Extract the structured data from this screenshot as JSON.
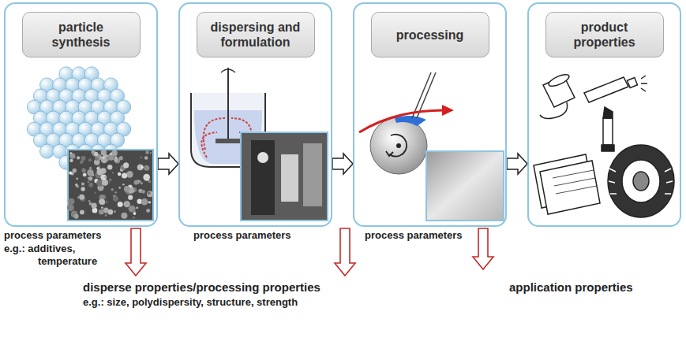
{
  "diagram": {
    "nodes": [
      {
        "text": [
          "particle synthesis"
        ]
      },
      {
        "text": [
          "dispersing and formulation"
        ]
      },
      {
        "text": [
          "processing"
        ]
      },
      {
        "text": [
          "product properties"
        ]
      }
    ],
    "edges": [
      {
        "from": 0,
        "to": 1,
        "arrow": "to"
      },
      {
        "from": 1,
        "to": 2,
        "arrow": "to"
      },
      {
        "from": 2,
        "to": 3,
        "arrow": "to"
      }
    ],
    "labels": [
      "process parameters",
      "e.g.: additives, temperature",
      "process parameters",
      "process parameters",
      "disperse properties/processing properties",
      "e.g.: size, polydispersity, structure, strength",
      "application properties"
    ]
  }
}
